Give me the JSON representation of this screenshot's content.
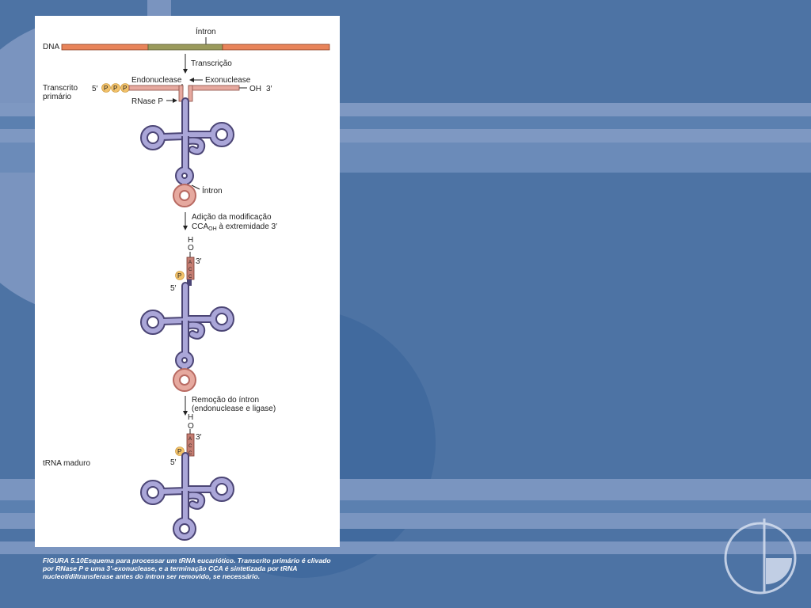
{
  "figure": {
    "intron_top_label": "Íntron",
    "dna_label": "DNA",
    "step1_label": "Transcrição",
    "primary_transcript_label_line1": "Transcrito",
    "primary_transcript_label_line2": "primário",
    "five_prime": "5′",
    "three_prime": "3′",
    "phosphate": "P",
    "endonuclease_label": "Endonuclease",
    "exonuclease_label": "Exonuclease",
    "oh_label": "OH",
    "rnase_p_label": "RNase P",
    "intron_mid_label": "Íntron",
    "step2_line1": "Adição da modificação",
    "step2_line2_a": "CCA",
    "step2_line2_sub": "OH",
    "step2_line2_b": " à extremidade 3′",
    "hydroxyl_h": "H",
    "hydroxyl_o": "O",
    "cca_letters": [
      "A",
      "C",
      "C"
    ],
    "step3_line1": "Remoção do íntron",
    "step3_line2": "(endonuclease e ligase)",
    "mature_label": "tRNA maduro"
  },
  "caption": "FIGURA 5.10Esquema para processar um tRNA eucariótico. Transcrito primário é clivado por RNase P e uma 3′-exonuclease, e a terminação CCA é sintetizada por tRNA nucleotidiltransferase antes do íntron ser removido, se necessário.",
  "colors": {
    "background": "#4d73a4",
    "dna": "#e8845a",
    "dna_intron": "#9a9a5c",
    "trna_outline": "#4b4575",
    "trna_fill": "#aaa6d8",
    "intron_rna": "#e6a99f",
    "phosphate": "#f2c26b"
  }
}
